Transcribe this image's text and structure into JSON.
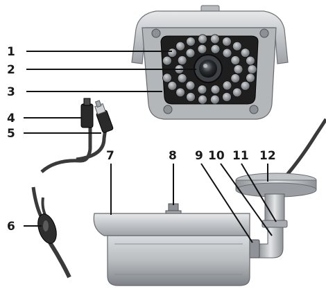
{
  "callouts": [
    {
      "id": "c1",
      "label": "1"
    },
    {
      "id": "c2",
      "label": "2"
    },
    {
      "id": "c3",
      "label": "3"
    },
    {
      "id": "c4",
      "label": "4"
    },
    {
      "id": "c5",
      "label": "5"
    },
    {
      "id": "c6",
      "label": "6"
    },
    {
      "id": "c7",
      "label": "7"
    },
    {
      "id": "c8",
      "label": "8"
    },
    {
      "id": "c9",
      "label": "9"
    },
    {
      "id": "c10",
      "label": "10"
    },
    {
      "id": "c11",
      "label": "11"
    },
    {
      "id": "c12",
      "label": "12"
    }
  ],
  "colors": {
    "housing": "#c9cccf",
    "housing_dark": "#8e9296",
    "faceplate": "#1e1e1e",
    "ir_led": "#9a9ea3",
    "cable": "#3a3a3a",
    "leader_line": "#111111"
  }
}
